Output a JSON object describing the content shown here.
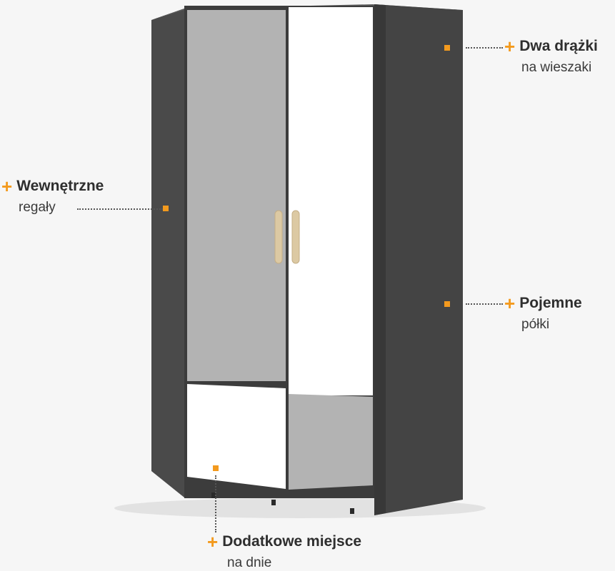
{
  "product": {
    "body_color": "#3c3c3c",
    "gray_panel_color": "#b3b3b3",
    "white_panel_color": "#ffffff",
    "handle_color": "#dcc9a3"
  },
  "accent_color": "#f39a1e",
  "callouts": {
    "internal_shelves": {
      "title": "Wewnętrzne",
      "subtitle": "regały"
    },
    "hanging_rails": {
      "title": "Dwa drążki",
      "subtitle": "na wieszaki"
    },
    "spacious_shelves": {
      "title": "Pojemne",
      "subtitle": "półki"
    },
    "extra_space": {
      "title": "Dodatkowe miejsce",
      "subtitle": "na dnie"
    }
  }
}
